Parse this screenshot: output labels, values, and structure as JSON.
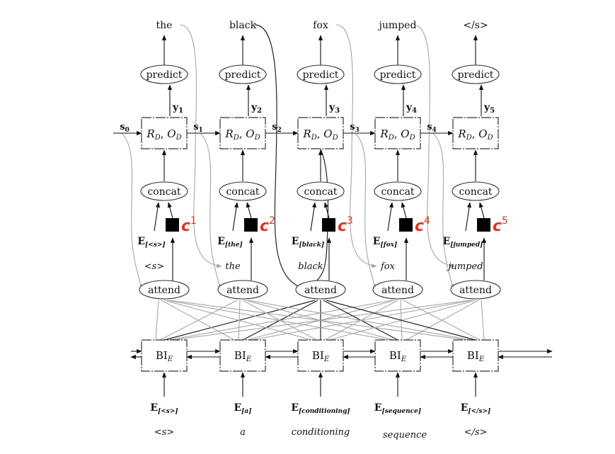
{
  "outputs": [
    "the",
    "black",
    "fox",
    "jumped",
    "</s>"
  ],
  "predict_label": "predict",
  "y_labels": [
    "y",
    "y",
    "y",
    "y",
    "y"
  ],
  "y_subs": [
    "1",
    "2",
    "3",
    "4",
    "5"
  ],
  "s_labels": [
    "s",
    "s",
    "s",
    "s",
    "s"
  ],
  "s_subs": [
    "0",
    "1",
    "2",
    "3",
    "4"
  ],
  "decoder_cell": {
    "R": "R",
    "D": "D",
    "O": "O",
    "comma": ","
  },
  "concat_label": "concat",
  "context": {
    "letter": "c",
    "sups": [
      "1",
      "2",
      "3",
      "4",
      "5"
    ],
    "color": "#e0331f"
  },
  "dec_embed": {
    "E": "E",
    "subs": [
      "[<s>]",
      "[the]",
      "[black]",
      "[fox]",
      "[jumped]"
    ]
  },
  "dec_words": [
    "<s>",
    "the",
    "black",
    "fox",
    "jumped"
  ],
  "attend_label": "attend",
  "encoder_cell": {
    "label": "BI",
    "sub": "E"
  },
  "enc_embed": {
    "E": "E",
    "subs": [
      "[<s>]",
      "[a]",
      "[conditioning]",
      "[sequence]",
      "[</s>]"
    ]
  },
  "enc_words": [
    "<s>",
    "a",
    "conditioning",
    "sequence",
    "</s>"
  ],
  "colors": {
    "arrow": "#111111",
    "gray": "#a6a6a6",
    "context": "#e0331f"
  }
}
